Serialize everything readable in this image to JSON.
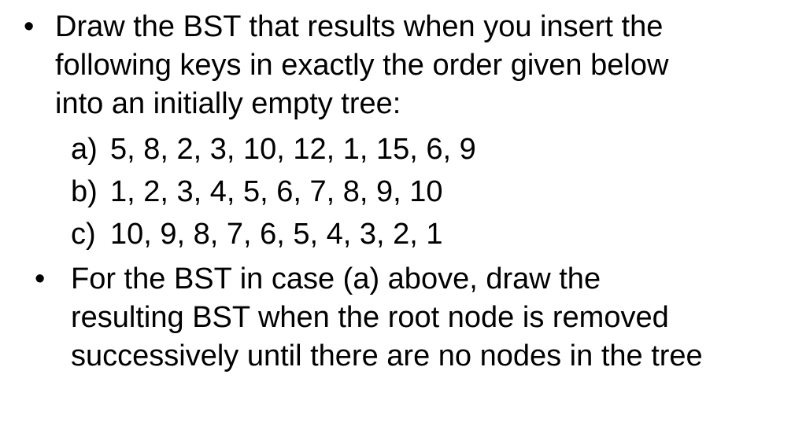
{
  "page": {
    "background_color": "#ffffff",
    "text_color": "#000000"
  },
  "slide": {
    "bullets": [
      {
        "marker": "•",
        "lines": [
          "Draw the BST that results when you insert the",
          "following keys in exactly the order given below",
          "into an initially empty tree:"
        ]
      },
      {
        "marker": "•",
        "lines": [
          "For the BST in case (a) above, draw the",
          "resulting BST when the root node is removed",
          "successively until there are no nodes in the tree"
        ]
      }
    ],
    "key_list": [
      {
        "label": "a)",
        "keys": "5, 8, 2, 3, 10, 12, 1, 15, 6, 9"
      },
      {
        "label": "b)",
        "keys": "1, 2, 3, 4, 5, 6, 7, 8, 9, 10"
      },
      {
        "label": "c)",
        "keys": "10, 9, 8, 7, 6, 5, 4, 3, 2, 1"
      }
    ]
  }
}
